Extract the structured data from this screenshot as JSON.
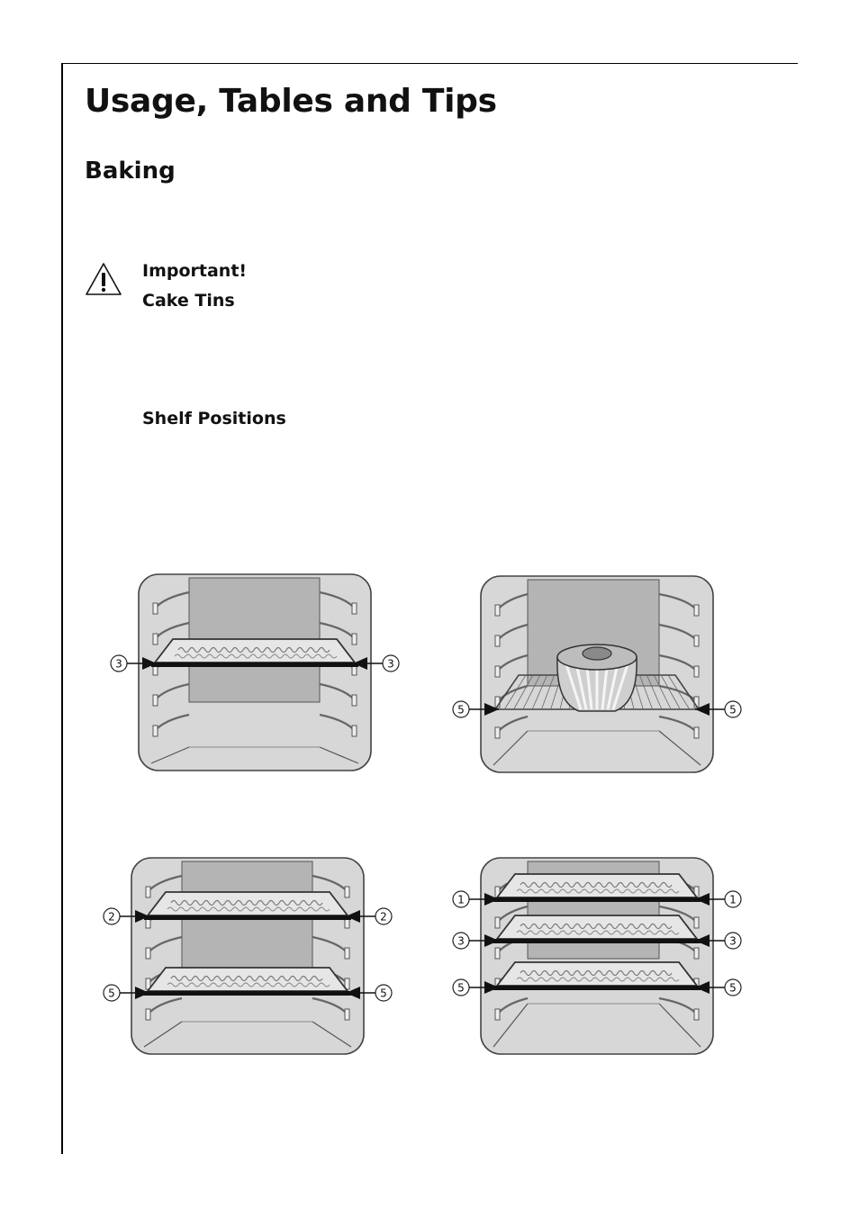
{
  "page": {
    "title": "Usage, Tables and Tips",
    "section": "Baking"
  },
  "notice": {
    "icon": "warning-triangle-icon",
    "line1": "Important!",
    "line2": "Cake Tins"
  },
  "shelf_heading": "Shelf Positions",
  "illustrations": [
    {
      "name": "one-tray-shelf-3",
      "contents": "baking tray",
      "labels": [
        "3"
      ]
    },
    {
      "name": "cake-tin-on-rack-shelf-5",
      "contents": "cake tin on oven rack",
      "labels": [
        "5"
      ]
    },
    {
      "name": "two-trays-shelf-2-5",
      "contents": "two baking trays",
      "labels": [
        "2",
        "5"
      ]
    },
    {
      "name": "three-trays-shelf-1-3-5",
      "contents": "three baking trays",
      "labels": [
        "1",
        "3",
        "5"
      ]
    }
  ]
}
